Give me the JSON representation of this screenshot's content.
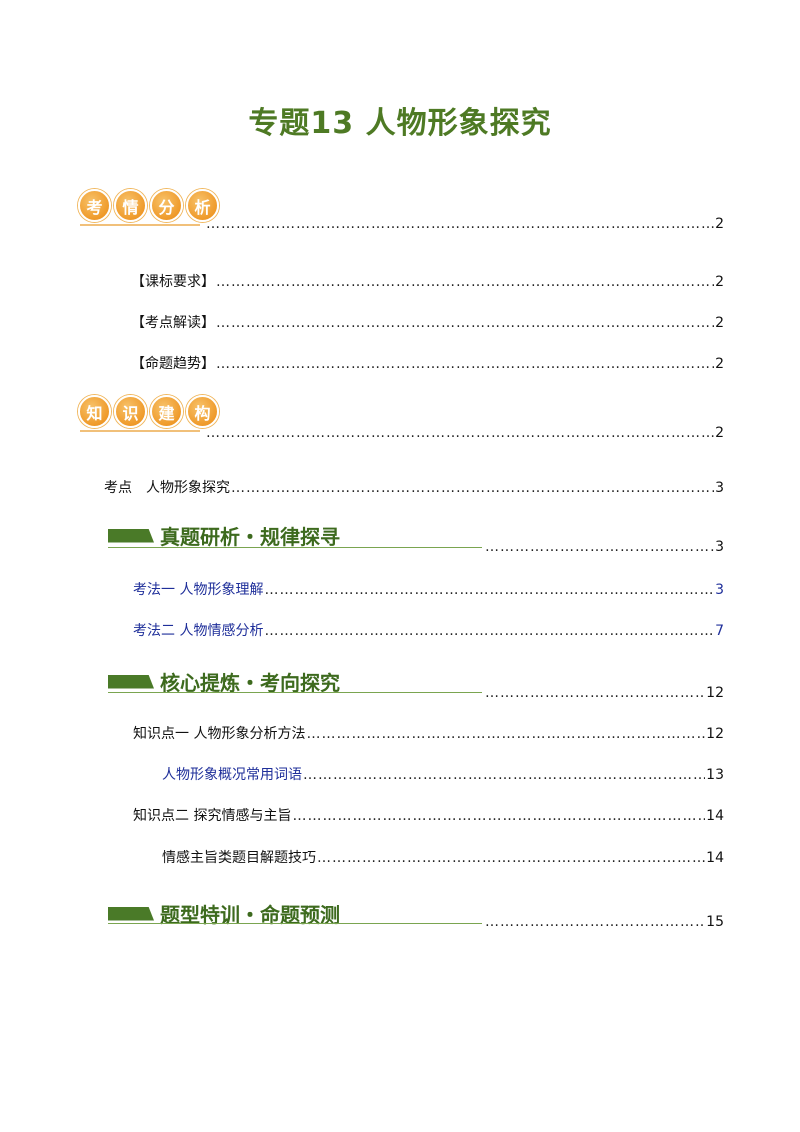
{
  "title": "专题13 人物形象探究",
  "sections": {
    "analysis": {
      "badges": [
        "考",
        "情",
        "分",
        "析"
      ],
      "page": "2",
      "items": [
        {
          "label": "【课标要求】",
          "page": "2"
        },
        {
          "label": "【考点解读】",
          "page": "2"
        },
        {
          "label": "【命题趋势】",
          "page": "2"
        }
      ]
    },
    "knowledge": {
      "badges": [
        "知",
        "识",
        "建",
        "构"
      ],
      "page": "2",
      "items": [
        {
          "label": "考点　人物形象探究",
          "page": "3"
        }
      ]
    },
    "exam": {
      "banner": "真题研析・规律探寻",
      "page": "3",
      "items": [
        {
          "label": "考法一  人物形象理解",
          "page": "3"
        },
        {
          "label": "考法二  人物情感分析",
          "page": "7"
        }
      ]
    },
    "core": {
      "banner": "核心提炼・考向探究",
      "page": "12",
      "items": [
        {
          "label": "知识点一  人物形象分析方法",
          "page": "12"
        },
        {
          "label": "人物形象概况常用词语",
          "page": "13"
        },
        {
          "label": "知识点二  探究情感与主旨",
          "page": "14"
        },
        {
          "label": "情感主旨类题目解题技巧",
          "page": "14"
        }
      ]
    },
    "training": {
      "banner": "题型特训・命题预测",
      "page": "15"
    }
  }
}
